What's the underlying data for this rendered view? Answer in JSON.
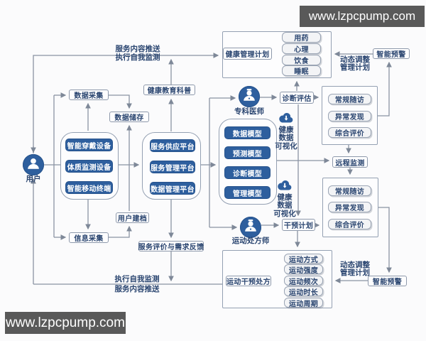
{
  "watermark": {
    "text": "www.lzpcpump.com"
  },
  "colors": {
    "node_blue": "#2e5f9e",
    "text_navy": "#2a4570",
    "line_gray": "#7e8898",
    "watermark_bg": "#595959",
    "watermark_text": "#ffffff"
  },
  "actors": {
    "user": "用户",
    "doctor": "专科医师",
    "exercise_prescriber": "运动处方师"
  },
  "groups": {
    "devices": {
      "items": [
        "智能穿戴设备",
        "体质监测设备",
        "智能移动终端"
      ]
    },
    "platforms": {
      "items": [
        "服务供应平台",
        "服务管理平台",
        "数据管理平台"
      ]
    },
    "models": {
      "items": [
        "数据模型",
        "预测模型",
        "诊断模型",
        "管理模型"
      ]
    },
    "health_plan": {
      "label": "健康管理计划",
      "items": [
        "用药",
        "心理",
        "饮食",
        "睡眠"
      ]
    },
    "followup_top": {
      "items": [
        "常规随访",
        "异常发现",
        "综合评价"
      ]
    },
    "followup_bottom": {
      "items": [
        "常规随访",
        "异常发现",
        "综合评价"
      ]
    },
    "exercise_rx": {
      "label": "运动干预处方",
      "items": [
        "运动方式",
        "运动强度",
        "运动频次",
        "运动时长",
        "运动周期"
      ]
    }
  },
  "nodes": {
    "data_collection": "数据采集",
    "data_storage": "数据储存",
    "health_education": "健康教育科普",
    "user_archive": "用户建档",
    "info_collection": "信息采集",
    "service_feedback": "服务评价与需求反馈",
    "diagnosis_assessment": "诊断评估",
    "intervention_plan": "干预计划",
    "remote_monitoring": "远程监测",
    "smart_alert": "智能预警"
  },
  "labels": {
    "service_push": "服务内容推送",
    "self_monitoring": "执行自我监测",
    "dynamic_adjust_line1": "动态调整",
    "dynamic_adjust_line2": "管理计划",
    "cloud_line1": "健康",
    "cloud_line2": "数据",
    "cloud_line3": "可视化"
  }
}
